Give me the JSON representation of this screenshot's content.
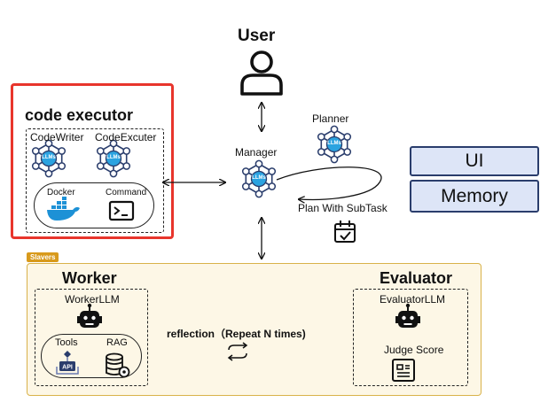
{
  "user": {
    "label": "User"
  },
  "code_executor": {
    "title": "code executor",
    "code_writer": "CodeWriter",
    "code_excuter": "CodeExcuter",
    "docker": "Docker",
    "command": "Command",
    "llm_badge": "LLMs"
  },
  "manager": {
    "label": "Manager",
    "llm_badge": "LLMs"
  },
  "planner": {
    "label": "Planner",
    "llm_badge": "LLMs"
  },
  "plan_label": "Plan With SubTask",
  "ui_label": "UI",
  "memory_label": "Memory",
  "slavers": {
    "tag": "Slavers",
    "worker": {
      "title": "Worker",
      "llm": "WorkerLLM",
      "tools": "Tools",
      "rag": "RAG",
      "api_badge": "API"
    },
    "evaluator": {
      "title": "Evaluator",
      "llm": "EvaluatorLLM",
      "judge": "Judge Score"
    },
    "reflection": "reflection（Repeat N times)"
  },
  "colors": {
    "executor_border": "#e8352c",
    "slavers_bg": "#fdf7e6",
    "slavers_border": "#d9b24a",
    "slavers_tag": "#d89a1c",
    "llm_blue": "#2ba3e0",
    "box_fill": "#dde5f7",
    "box_border": "#2a3d6c",
    "docker_blue": "#1d91d6"
  }
}
